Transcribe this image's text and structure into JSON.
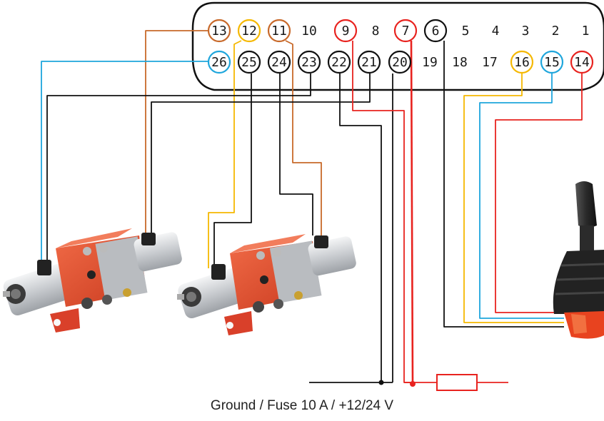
{
  "connector": {
    "top_row": [
      "13",
      "12",
      "11",
      "10",
      "9",
      "8",
      "7",
      "6",
      "5",
      "4",
      "3",
      "2",
      "1"
    ],
    "bottom_row": [
      "26",
      "25",
      "24",
      "23",
      "22",
      "21",
      "20",
      "19",
      "18",
      "17",
      "16",
      "15",
      "14"
    ]
  },
  "caption": "Ground / Fuse 10 A / +12/24 V",
  "colors": {
    "brown": "#c8692a",
    "yellow": "#f5b800",
    "red": "#e8231f",
    "black": "#111111",
    "blue": "#1fa6dc",
    "valve_body": "#e84a2c",
    "solenoid": "#d8dadd"
  },
  "icons": [
    "valve-block-icon",
    "valve-block-icon",
    "joystick-icon",
    "fuse-icon"
  ]
}
